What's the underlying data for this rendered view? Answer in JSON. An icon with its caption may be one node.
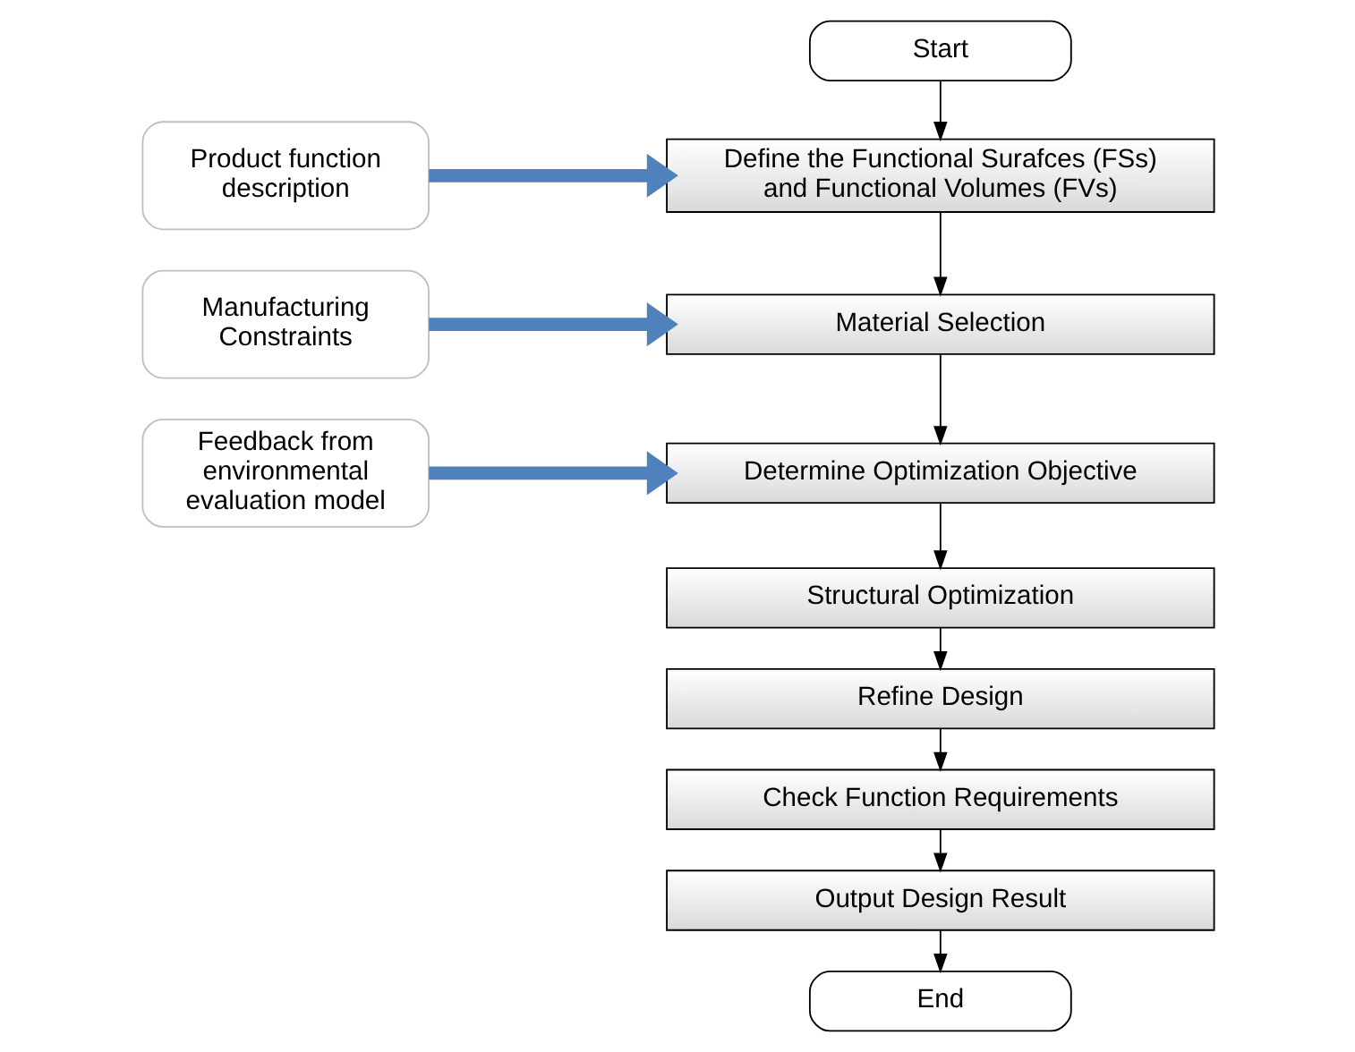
{
  "diagram": {
    "nodes": [
      {
        "text": [
          "Start"
        ]
      },
      {
        "text": [
          "Define the Functional Surafces (FSs) and Functional Volumes (FVs)"
        ]
      },
      {
        "text": [
          "Material Selection"
        ]
      },
      {
        "text": [
          "Determine Optimization Objective"
        ]
      },
      {
        "text": [
          "Structural Optimization"
        ]
      },
      {
        "text": [
          "Refine Design"
        ]
      },
      {
        "text": [
          "Check Function Requirements"
        ]
      },
      {
        "text": [
          "Output Design Result"
        ]
      },
      {
        "text": [
          "End"
        ]
      },
      {
        "text": [
          "Product function description"
        ]
      },
      {
        "text": [
          "Manufacturing Constraints"
        ]
      },
      {
        "text": [
          "Feedback from environmental evaluation model"
        ]
      }
    ],
    "edges": [
      {
        "from": 0,
        "to": 1,
        "arrow": "to"
      },
      {
        "from": 1,
        "to": 2,
        "arrow": "to"
      },
      {
        "from": 2,
        "to": 3,
        "arrow": "to"
      },
      {
        "from": 3,
        "to": 4,
        "arrow": "to"
      },
      {
        "from": 4,
        "to": 5,
        "arrow": "to"
      },
      {
        "from": 5,
        "to": 6,
        "arrow": "to"
      },
      {
        "from": 6,
        "to": 7,
        "arrow": "to"
      },
      {
        "from": 7,
        "to": 8,
        "arrow": "to"
      },
      {
        "from": 9,
        "to": 1,
        "arrow": "to",
        "style": "thick",
        "color": "#4f81bd"
      },
      {
        "from": 10,
        "to": 2,
        "arrow": "to",
        "style": "thick",
        "color": "#4f81bd"
      },
      {
        "from": 11,
        "to": 3,
        "arrow": "to",
        "style": "thick",
        "color": "#4f81bd"
      }
    ]
  }
}
